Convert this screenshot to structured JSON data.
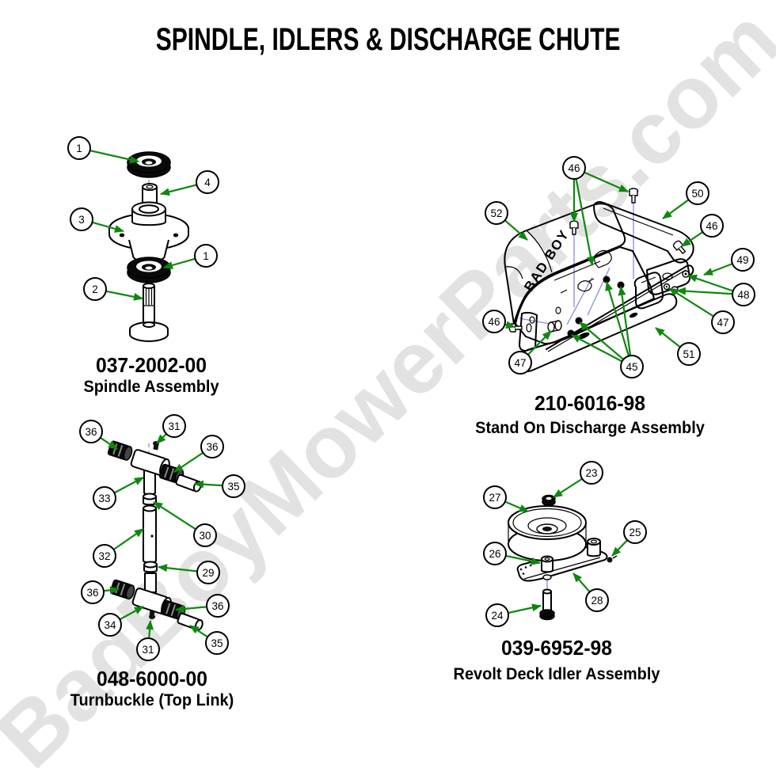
{
  "title": "SPINDLE, IDLERS & DISCHARGE CHUTE",
  "watermark": "BadBoyMowerParts.com",
  "colors": {
    "arrow_green": "#0e870e",
    "centerline_blue": "#8a8ade",
    "watermark_gray": "#e2e2e2",
    "line_black": "#000000",
    "background": "#ffffff"
  },
  "diagrams": [
    {
      "id": "spindle-assembly",
      "part_number": "037-2002-00",
      "part_name": "Spindle Assembly",
      "callouts": [
        {
          "label": "1"
        },
        {
          "label": "4"
        },
        {
          "label": "3"
        },
        {
          "label": "1"
        },
        {
          "label": "2"
        }
      ]
    },
    {
      "id": "stand-on-discharge-assembly",
      "part_number": "210-6016-98",
      "part_name": "Stand On Discharge Assembly",
      "logo_text": "BAD BOY",
      "callouts": [
        {
          "label": "52"
        },
        {
          "label": "46"
        },
        {
          "label": "50"
        },
        {
          "label": "46"
        },
        {
          "label": "49"
        },
        {
          "label": "48"
        },
        {
          "label": "47"
        },
        {
          "label": "46"
        },
        {
          "label": "47"
        },
        {
          "label": "45"
        },
        {
          "label": "51"
        }
      ]
    },
    {
      "id": "turnbuckle-top-link",
      "part_number": "048-6000-00",
      "part_name": "Turnbuckle (Top Link)",
      "callouts": [
        {
          "label": "36"
        },
        {
          "label": "31"
        },
        {
          "label": "36"
        },
        {
          "label": "35"
        },
        {
          "label": "33"
        },
        {
          "label": "30"
        },
        {
          "label": "32"
        },
        {
          "label": "29"
        },
        {
          "label": "36"
        },
        {
          "label": "36"
        },
        {
          "label": "34"
        },
        {
          "label": "31"
        },
        {
          "label": "35"
        }
      ]
    },
    {
      "id": "revolt-deck-idler-assembly",
      "part_number": "039-6952-98",
      "part_name": "Revolt Deck Idler Assembly",
      "callouts": [
        {
          "label": "23"
        },
        {
          "label": "27"
        },
        {
          "label": "25"
        },
        {
          "label": "26"
        },
        {
          "label": "28"
        },
        {
          "label": "24"
        }
      ]
    }
  ]
}
